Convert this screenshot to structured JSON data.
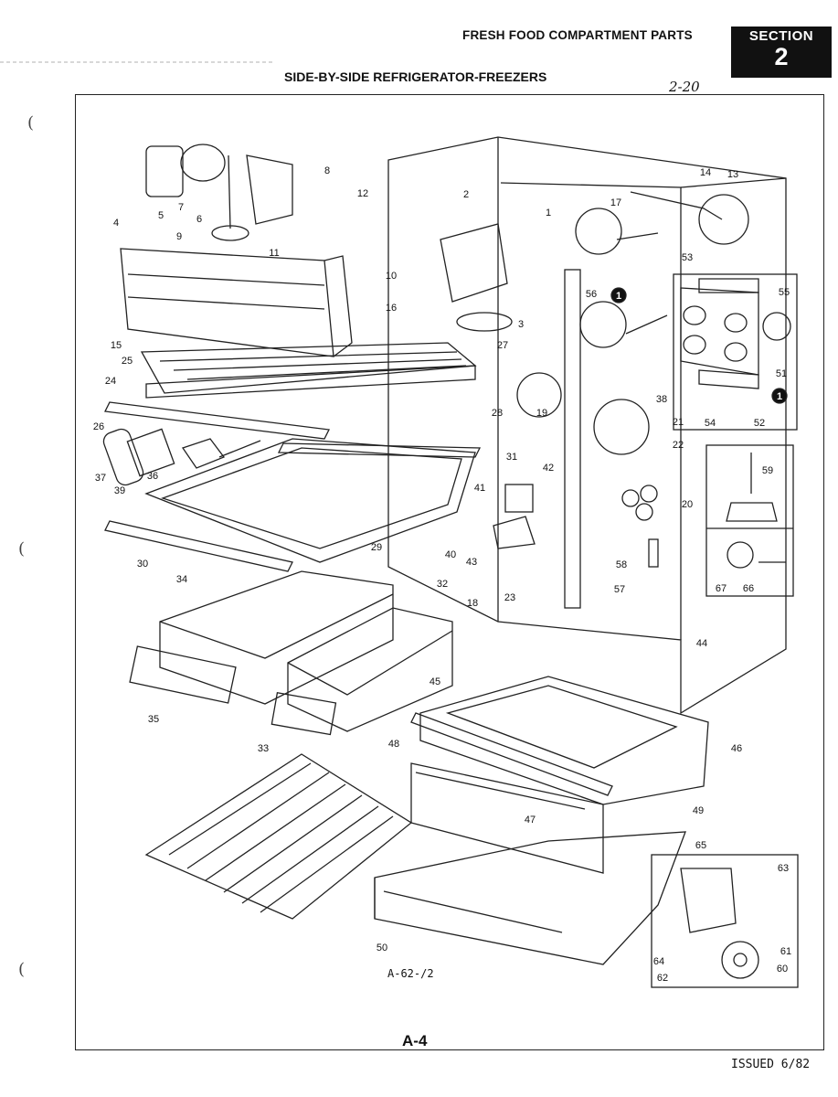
{
  "header": {
    "title": "FRESH FOOD COMPARTMENT PARTS",
    "section_label": "SECTION",
    "section_number": "2",
    "subtitle": "SIDE-BY-SIDE REFRIGERATOR-FREEZERS",
    "handwritten_note": "2-20"
  },
  "diagram": {
    "callouts": [
      "1",
      "2",
      "3",
      "4",
      "5",
      "6",
      "7",
      "8",
      "9",
      "10",
      "11",
      "12",
      "13",
      "14",
      "15",
      "16",
      "17",
      "18",
      "19",
      "20",
      "21",
      "22",
      "23",
      "24",
      "25",
      "26",
      "27",
      "28",
      "29",
      "30",
      "31",
      "32",
      "33",
      "34",
      "35",
      "36",
      "37",
      "38",
      "39",
      "40",
      "41",
      "42",
      "43",
      "44",
      "45",
      "46",
      "47",
      "48",
      "49",
      "50",
      "51",
      "52",
      "53",
      "54",
      "55",
      "56",
      "57",
      "58",
      "59",
      "60",
      "61",
      "62",
      "63",
      "64",
      "65",
      "66",
      "67"
    ],
    "note_markers": [
      "1"
    ],
    "drawing_number": "A-62-/2"
  },
  "footer": {
    "page_code": "A-4",
    "issued": "ISSUED 6/82"
  },
  "colors": {
    "ink": "#111111",
    "paper": "#ffffff",
    "section_box": "#111111"
  }
}
